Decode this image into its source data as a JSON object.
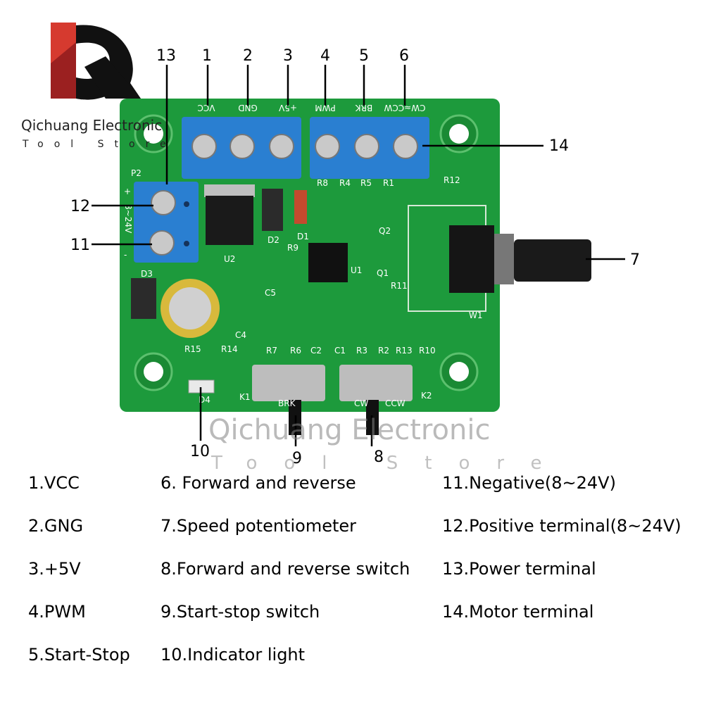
{
  "brand": {
    "logo_glyph": "Q",
    "name": "Qichuang Electronic",
    "subtitle": "Tool Store",
    "logo_colors": [
      "#8b1e1e",
      "#111111",
      "#d63a2f"
    ]
  },
  "watermark": {
    "name": "Qichuang Electronic",
    "subtitle": "Tool Store"
  },
  "board": {
    "color": "#1d9a3c",
    "terminal_color": "#2a7fd1",
    "top_terminal_labels": [
      "VCC",
      "GND",
      "+5V",
      "PWM",
      "BRK",
      "CW≈CCW"
    ],
    "power_terminal_labels": [
      "P2",
      "+",
      "8~24V",
      "-"
    ],
    "component_labels": [
      "R8",
      "R4",
      "R5",
      "R1",
      "R12",
      "D2",
      "D1",
      "R9",
      "U2",
      "U1",
      "Q2",
      "Q1",
      "R11",
      "D3",
      "C5",
      "C4",
      "R7",
      "R6",
      "C2",
      "C1",
      "R3",
      "R2",
      "R13",
      "R10",
      "R15",
      "R14",
      "D4",
      "W1",
      "K1",
      "K2",
      "BRK",
      "CW",
      "CCW"
    ]
  },
  "callouts": [
    "13",
    "1",
    "2",
    "3",
    "4",
    "5",
    "6",
    "14",
    "12",
    "11",
    "7",
    "10",
    "9",
    "8"
  ],
  "legend": [
    "1.VCC",
    "2.GNG",
    "3.+5V",
    "4.PWM",
    "5.Start-Stop",
    "6. Forward and reverse",
    "7.Speed potentiometer",
    "8.Forward and reverse switch",
    "9.Start-stop switch",
    "10.Indicator light",
    "11.Negative(8~24V)",
    "12.Positive terminal(8~24V)",
    "13.Power terminal",
    "14.Motor terminal"
  ]
}
